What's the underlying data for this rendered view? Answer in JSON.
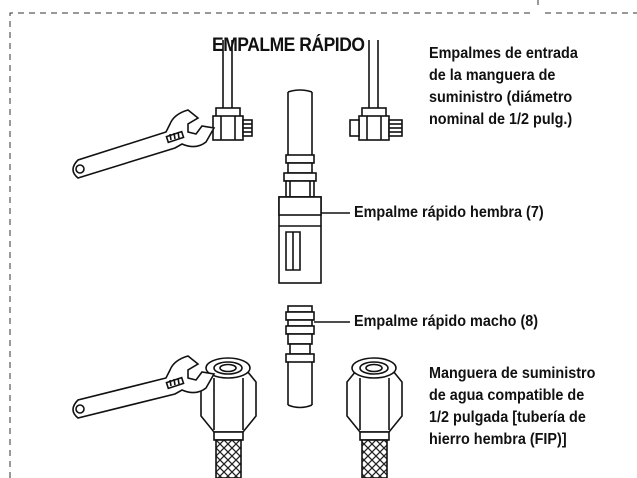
{
  "diagram": {
    "title": "EMPALME RÁPIDO",
    "labels": {
      "inlet_fittings": [
        "Empalmes de entrada",
        "de la manguera de",
        "suministro (diámetro",
        "nominal de 1/2 pulg.)"
      ],
      "female_quick_connect": "Empalme rápido hembra (7)",
      "male_quick_connect": "Empalme rápido macho (8)",
      "supply_hose": [
        "Manguera de suministro",
        "de agua compatible de",
        "1/2 pulgada [tubería de",
        "hierro hembra (FIP)]"
      ]
    },
    "colors": {
      "line": "#111111",
      "background": "#ffffff",
      "dash_border": "#333333"
    },
    "icons": [
      "wrench-icon",
      "wrench-icon",
      "fitting-nut-icon",
      "fitting-nut-icon",
      "braided-hose-icon",
      "braided-hose-icon"
    ]
  }
}
